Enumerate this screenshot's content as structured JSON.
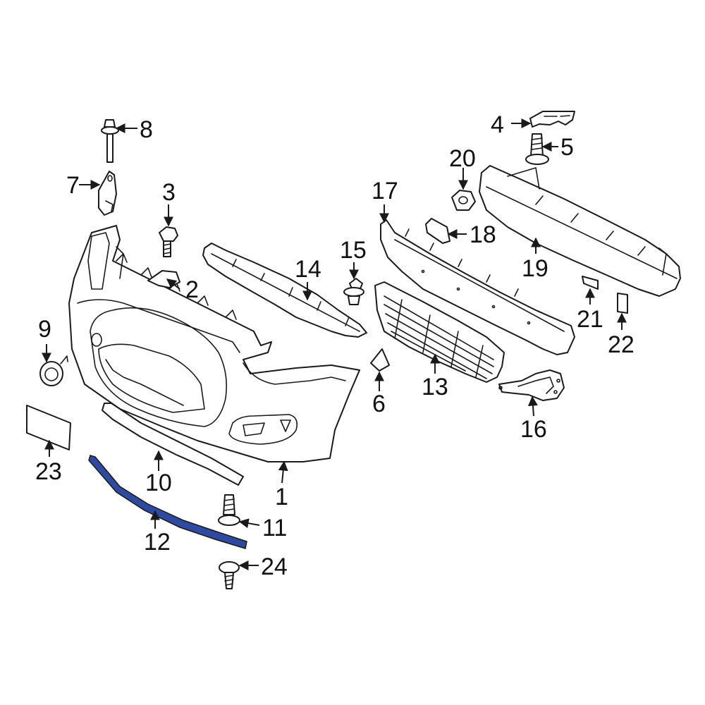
{
  "colors": {
    "outline": "#1a1a1a",
    "highlight_fill": "#2e4aa0",
    "background": "#ffffff"
  },
  "callouts": {
    "c1": "1",
    "c2": "2",
    "c3": "3",
    "c4": "4",
    "c5": "5",
    "c6": "6",
    "c7": "7",
    "c8": "8",
    "c9": "9",
    "c10": "10",
    "c11": "11",
    "c12": "12",
    "c13": "13",
    "c14": "14",
    "c15": "15",
    "c16": "16",
    "c17": "17",
    "c18": "18",
    "c19": "19",
    "c20": "20",
    "c21": "21",
    "c22": "22",
    "c23": "23",
    "c24": "24"
  }
}
